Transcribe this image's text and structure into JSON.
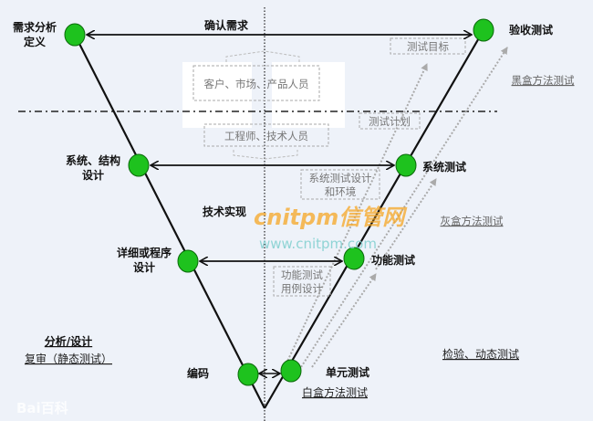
{
  "left_nodes": [
    {
      "label_lines": [
        "需求分析",
        "定义"
      ]
    },
    {
      "label_lines": [
        "系统、结构",
        "设计"
      ]
    },
    {
      "label_lines": [
        "详细或程序",
        "设计"
      ]
    },
    {
      "label_lines": [
        "编码"
      ]
    }
  ],
  "right_nodes": [
    {
      "label": "验收测试"
    },
    {
      "label": "系统测试"
    },
    {
      "label": "功能测试"
    },
    {
      "label": "单元测试"
    }
  ],
  "arrows": {
    "top": "确认需求",
    "middle": "技术实现"
  },
  "boxes": {
    "stakeholders": "客户、市场、产品人员",
    "engineers": "工程师、技术人员",
    "test_goal": "测试目标",
    "test_plan": "测试计划",
    "system_test_design": [
      "系统测试设计",
      "和环境"
    ],
    "function_test_design": [
      "功能测试",
      "用例设计"
    ]
  },
  "method_labels": {
    "black_box": "黑盒方法测试",
    "gray_box": "灰盒方法测试",
    "white_box": "白盒方法测试"
  },
  "left_section": {
    "title": "分析/设计",
    "subtitle": "复审（静态测试）"
  },
  "right_section": {
    "title": "检验、动态测试"
  },
  "watermarks": {
    "cnitpm": "cnitpm信管网",
    "url": "www.cnitpm.com",
    "baidu": "Bai百科"
  },
  "colors": {
    "node": "#1ec21e",
    "line": "#111111",
    "dotted": "#aaaaaa",
    "bg": "#eef2f9",
    "watermark_orange": "#f5a623",
    "watermark_teal": "#7fcfcf"
  }
}
